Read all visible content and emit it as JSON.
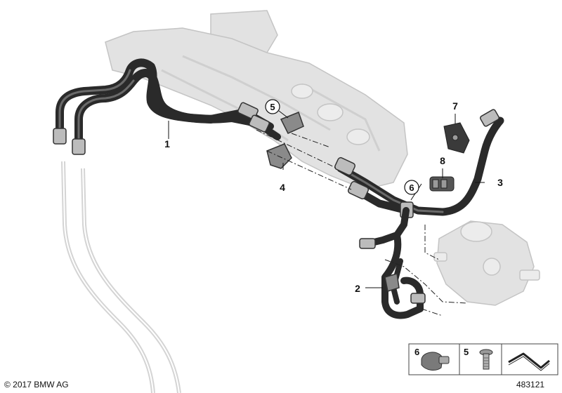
{
  "callouts": {
    "c1": "1",
    "c2": "2",
    "c3": "3",
    "c4": "4",
    "c5": "5",
    "c6": "6",
    "c7": "7",
    "c8": "8"
  },
  "legend": {
    "item_a": "6",
    "item_b": "5"
  },
  "footer": {
    "copyright": "© 2017 BMW AG",
    "doc_number": "483121"
  },
  "colors": {
    "hose": "#2a2a2a",
    "hose_highlight": "#6a6a6a",
    "ghost_part": "#d9d9d9",
    "ghost_stroke": "#bdbdbd",
    "legend_border": "#444444"
  }
}
